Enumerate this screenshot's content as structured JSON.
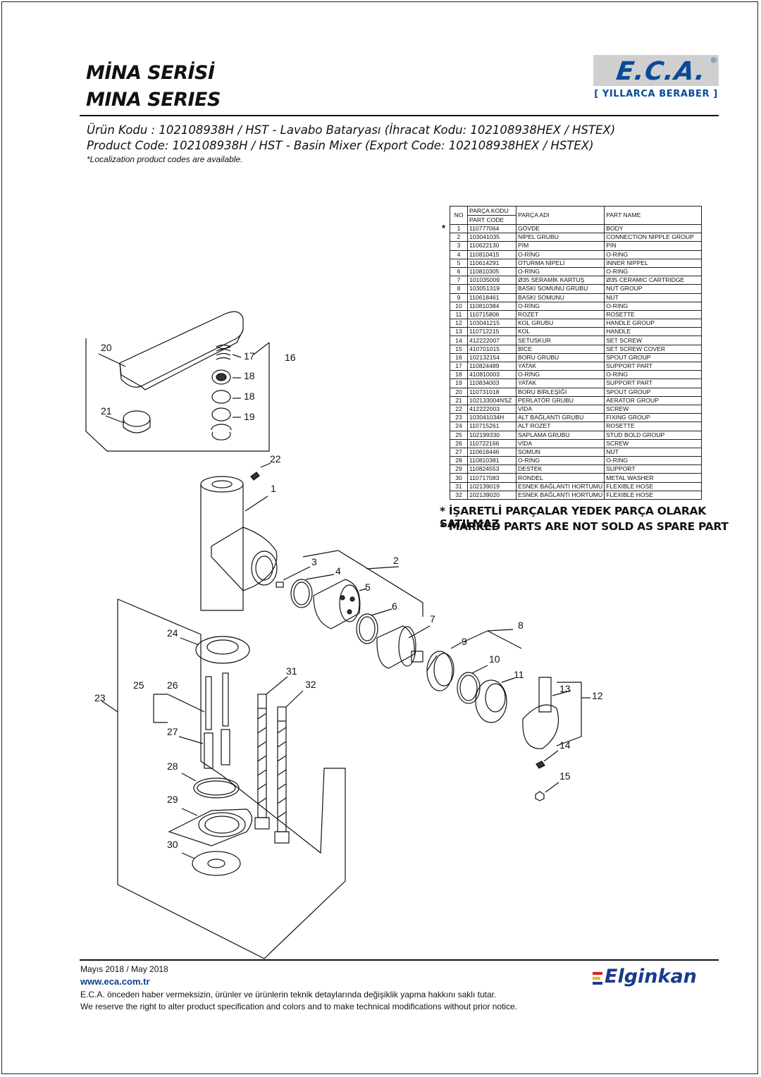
{
  "header": {
    "title_tr": "MİNA SERİSİ",
    "title_en": "MINA SERIES",
    "logo": "E.C.A.",
    "logo_reg": "®",
    "tagline": "[ YILLARCA BERABER ]",
    "code_tr": "Ürün Kodu : 102108938H / HST - Lavabo Bataryası (İhracat Kodu: 102108938HEX / HSTEX)",
    "code_en": "Product Code: 102108938H / HST - Basin Mixer (Export Code: 102108938HEX / HSTEX)",
    "note": "*Localization product codes are available."
  },
  "table": {
    "h_no": "NO",
    "h_code_tr": "PARÇA KODU",
    "h_code_en": "PART CODE",
    "h_name_tr": "PARÇA ADI",
    "h_name_en": "PART NAME",
    "marker": "*",
    "rows": [
      [
        "1",
        "110777064",
        "GÖVDE",
        "BODY"
      ],
      [
        "2",
        "103041035",
        "NİPEL GRUBU",
        "CONNECTION NIPPLE GROUP"
      ],
      [
        "3",
        "110622130",
        "PİM",
        "PIN"
      ],
      [
        "4",
        "110810415",
        "O-RİNG",
        "O-RING"
      ],
      [
        "5",
        "110614291",
        "OTURMA NİPELİ",
        "INNER NIPPEL"
      ],
      [
        "6",
        "110810305",
        "O-RİNG",
        "O-RING"
      ],
      [
        "7",
        "101035009",
        "Ø35 SERAMİK KARTUŞ",
        "Ø35 CERAMIC CARTRIDGE"
      ],
      [
        "8",
        "103051319",
        "BASKI SOMUNU GRUBU",
        "NUT GROUP"
      ],
      [
        "9",
        "110618461",
        "BASKI SOMUNU",
        "NUT"
      ],
      [
        "10",
        "110810384",
        "O-RİNG",
        "O-RING"
      ],
      [
        "11",
        "110715806",
        "ROZET",
        "ROSETTE"
      ],
      [
        "12",
        "103041215",
        "KOL GRUBU",
        "HANDLE GROUP"
      ],
      [
        "13",
        "110712215",
        "KOL",
        "HANDLE"
      ],
      [
        "14",
        "412222007",
        "SETUSKUR",
        "SET SCREW"
      ],
      [
        "15",
        "410701015",
        "BİCE",
        "SET SCREW COVER"
      ],
      [
        "16",
        "102132154",
        "BORU GRUBU",
        "SPOUT GROUP"
      ],
      [
        "17",
        "110824489",
        "YATAK",
        "SUPPORT PART"
      ],
      [
        "18",
        "410810003",
        "O-RİNG",
        "O-RING"
      ],
      [
        "19",
        "110834003",
        "YATAK",
        "SUPPORT PART"
      ],
      [
        "20",
        "110731018",
        "BORU BİRLEŞİĞİ",
        "SPOUT GROUP"
      ],
      [
        "21",
        "102133004NSZ",
        "PERLATÖR GRUBU",
        "AERATOR GROUP"
      ],
      [
        "22",
        "412222003",
        "VİDA",
        "SCREW"
      ],
      [
        "23",
        "103041034H",
        "ALT BAĞLANTI GRUBU",
        "FIXING GROUP"
      ],
      [
        "24",
        "110715261",
        "ALT ROZET",
        "ROSETTE"
      ],
      [
        "25",
        "102199330",
        "SAPLAMA GRUBU",
        "STUD BOLD GROUP"
      ],
      [
        "26",
        "110722166",
        "VİDA",
        "SCREW"
      ],
      [
        "27",
        "110618446",
        "SOMUN",
        "NUT"
      ],
      [
        "28",
        "110810381",
        "O-RİNG",
        "O-RING"
      ],
      [
        "29",
        "110824553",
        "DESTEK",
        "SUPPORT"
      ],
      [
        "30",
        "110717083",
        "RONDEL",
        "METAL WASHER"
      ],
      [
        "31",
        "102139019",
        "ESNEK BAĞLANTI HORTUMU",
        "FLEXIBLE HOSE"
      ],
      [
        "32",
        "102139020",
        "ESNEK BAĞLANTI HORTUMU",
        "FLEXIBLE HOSE"
      ]
    ]
  },
  "warning": {
    "tr": "* İŞARETLİ PARÇALAR YEDEK PARÇA OLARAK SATILMAZ",
    "en": "* MARKED PARTS ARE NOT SOLD AS SPARE PART"
  },
  "diagram_labels": {
    "l1": "1",
    "l2": "2",
    "l3": "3",
    "l4": "4",
    "l5": "5",
    "l6": "6",
    "l7": "7",
    "l8": "8",
    "l9": "9",
    "l10": "10",
    "l11": "11",
    "l12": "12",
    "l13": "13",
    "l14": "14",
    "l15": "15",
    "l16": "16",
    "l17": "17",
    "l18a": "18",
    "l18b": "18",
    "l19": "19",
    "l20": "20",
    "l21": "21",
    "l22": "22",
    "l23": "23",
    "l24": "24",
    "l25": "25",
    "l26": "26",
    "l27": "27",
    "l28": "28",
    "l29": "29",
    "l30": "30",
    "l31": "31",
    "l32": "32"
  },
  "footer": {
    "date": "Mayıs 2018 / May 2018",
    "url": "www.eca.com.tr",
    "notice_tr": "E.C.A. önceden haber vermeksizin, ürünler ve ürünlerin teknik detaylarında değişiklik yapma hakkını saklı tutar.",
    "notice_en": "We reserve the right to alter product specification and colors and to make technical modifications without prior notice.",
    "brand": "Elginkan"
  },
  "colors": {
    "brand_blue": "#0a4a96",
    "logo_bg": "#cfcfcf",
    "elginkan_red": "#d9232d",
    "elginkan_yellow": "#f2b416"
  }
}
